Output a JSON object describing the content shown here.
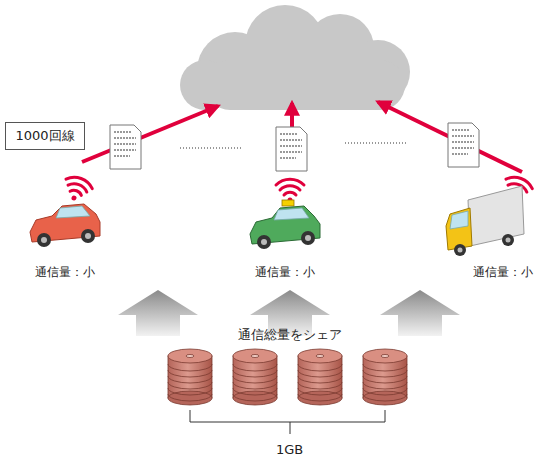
{
  "diagram": {
    "nodes": [
      {
        "text": [
          "1000回線"
        ]
      }
    ],
    "labels": [
      "通信量：小",
      "通信量：小",
      "通信量：小",
      "通信総量をシェア",
      "1GB"
    ]
  }
}
